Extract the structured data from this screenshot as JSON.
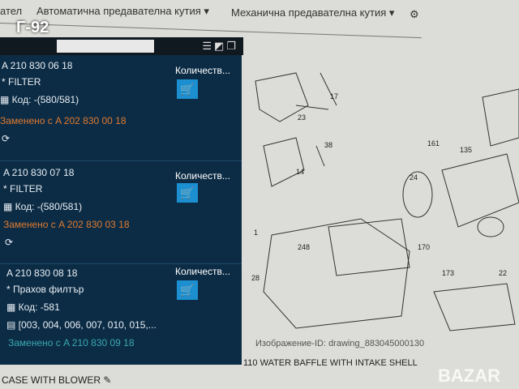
{
  "badge": "Г-92",
  "topbar": {
    "items": [
      "ател",
      "Автоматична предавателна кутия ▾",
      "Механична предавателна кутия ▾"
    ],
    "icon": "gear-drop-icon"
  },
  "toolbar": {
    "icons": [
      "list-icon",
      "expand-icon",
      "copy-icon"
    ]
  },
  "parts": [
    {
      "number": "A 210 830 06 18",
      "name": "* FILTER",
      "code": "Код: -(580/581)",
      "replaced": "Заменено с A 202 830 00 18",
      "qty_label": "Количеств..."
    },
    {
      "number": "A 210 830 07 18",
      "name": "* FILTER",
      "code": "Код: -(580/581)",
      "replaced": "Заменено с A 202 830 03 18",
      "qty_label": "Количеств..."
    },
    {
      "number": "A 210 830 08 18",
      "name": "* Прахов филтър",
      "code": "Код: -581",
      "dates": "[003, 004, 006, 007, 010, 015,...",
      "replaced": "Заменено с A 210 830 09 18",
      "qty_label": "Количеств..."
    }
  ],
  "drawing": {
    "callouts": [
      "17",
      "23",
      "38",
      "14",
      "161",
      "135",
      "24",
      "248",
      "170",
      "173",
      "22",
      "28",
      "1"
    ],
    "caption": "Изображение-ID: drawing_883045000130"
  },
  "bottom": {
    "left": "CASE WITH BLOWER",
    "right": "110 WATER BAFFLE WITH INTAKE SHELL",
    "watermark": "BAZAR"
  },
  "colors": {
    "panel": "#0c2c45",
    "cart": "#1c8fd0",
    "replaced": "#e07a30",
    "replaced_alt": "#3aa7b0"
  }
}
